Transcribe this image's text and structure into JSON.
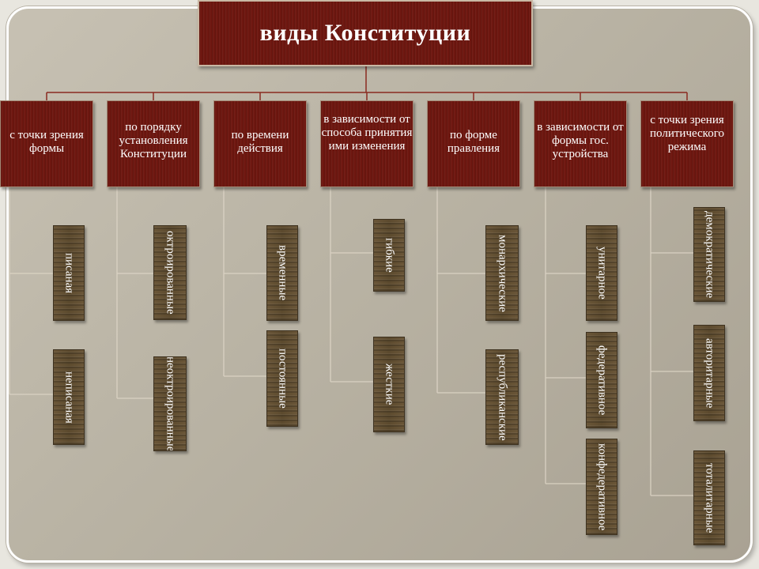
{
  "title": "виды Конституции",
  "categories": [
    {
      "label": "с точки зрения формы",
      "items": [
        "писаная",
        "неписаная"
      ]
    },
    {
      "label": "по порядку установления Конституции",
      "items": [
        "октроированные",
        "неоктроированные"
      ]
    },
    {
      "label": "по времени действия",
      "items": [
        "временные",
        "постоянные"
      ]
    },
    {
      "label": "в зависимости от способа принятия ими изменения",
      "items": [
        "гибкие",
        "жесткие"
      ]
    },
    {
      "label": "по форме правления",
      "items": [
        "монархические",
        "республиканские"
      ]
    },
    {
      "label": "в зависимости от формы гос. устройства",
      "items": [
        "унитарное",
        "федеративное",
        "конфедеративное"
      ]
    },
    {
      "label": "с точки зрения политического режима",
      "items": [
        "демократические",
        "авторитарные",
        "тоталитарные"
      ]
    }
  ]
}
